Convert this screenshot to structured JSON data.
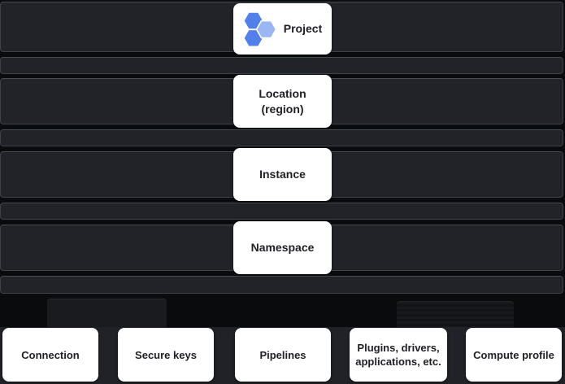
{
  "nodes": [
    {
      "id": "project",
      "line1": "Project",
      "line2": ""
    },
    {
      "id": "location",
      "line1": "Location",
      "line2": "(region)"
    },
    {
      "id": "instance",
      "line1": "Instance",
      "line2": ""
    },
    {
      "id": "namespace",
      "line1": "Namespace",
      "line2": ""
    }
  ],
  "leaves": [
    {
      "id": "connection",
      "line1": "Connection",
      "line2": ""
    },
    {
      "id": "secure-keys",
      "line1": "Secure keys",
      "line2": ""
    },
    {
      "id": "pipelines",
      "line1": "Pipelines",
      "line2": ""
    },
    {
      "id": "plugins",
      "line1": "Plugins, drivers,",
      "line2": "applications, etc."
    },
    {
      "id": "compute-profile",
      "line1": "Compute profile",
      "line2": ""
    }
  ],
  "icons": {
    "project": "hexagon-cluster-icon"
  },
  "colors": {
    "background": "#0a0b0d",
    "band_fill": "#212329",
    "band_border": "#3d4148",
    "box_fill": "#ffffff",
    "box_text": "#202124",
    "hexagon_blue": "#5180ea",
    "hexagon_light_blue": "#9ab6f5",
    "hexagon_outline": "#ffffff"
  }
}
